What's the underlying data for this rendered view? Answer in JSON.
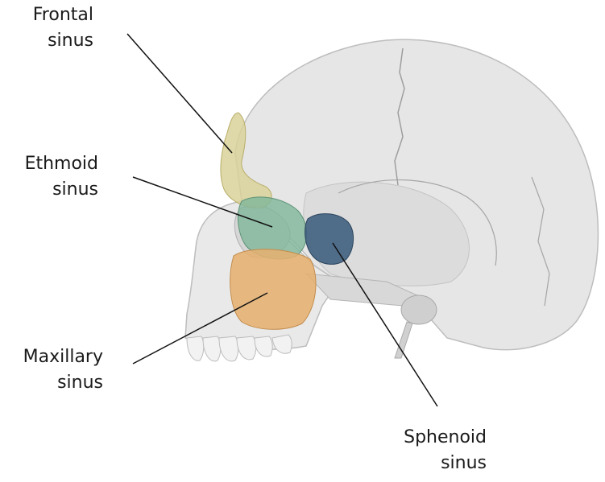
{
  "labels": {
    "frontal": {
      "line1": "Frontal",
      "line2": "sinus"
    },
    "ethmoid": {
      "line1": "Ethmoid",
      "line2": "sinus"
    },
    "maxillary": {
      "line1": "Maxillary",
      "line2": "sinus"
    },
    "sphenoid": {
      "line1": "Sphenoid",
      "line2": "sinus"
    }
  },
  "colors": {
    "background": "#ffffff",
    "skull": "#e6e6e6",
    "skull_shadow": "#c9c9c9",
    "suture": "#9a9a9a",
    "frontal_sinus": "#d9d199",
    "ethmoid_sinus": "#7fb79a",
    "maxillary_sinus": "#e5b071",
    "sphenoid_sinus": "#3f5f7f",
    "leader_line": "#111111"
  }
}
